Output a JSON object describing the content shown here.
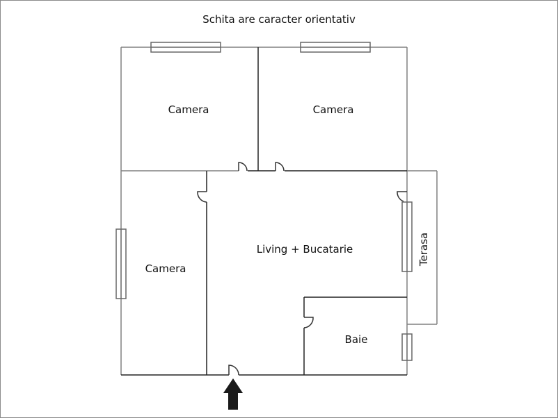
{
  "title": "Schita are caracter orientativ",
  "colors": {
    "outer_walls": "#808080",
    "inner_walls": "#222222",
    "arrow": "#1a1a1a",
    "frame_border": "#8a8a8a",
    "background": "#ffffff"
  },
  "rooms": [
    {
      "id": "camera-top-left",
      "label": "Camera"
    },
    {
      "id": "camera-top-right",
      "label": "Camera"
    },
    {
      "id": "camera-left",
      "label": "Camera"
    },
    {
      "id": "living-bucatarie",
      "label": "Living + Bucatarie"
    },
    {
      "id": "baie",
      "label": "Baie"
    },
    {
      "id": "terasa",
      "label": "Terasa"
    }
  ],
  "entrance": {
    "icon": "entrance-arrow-icon"
  }
}
